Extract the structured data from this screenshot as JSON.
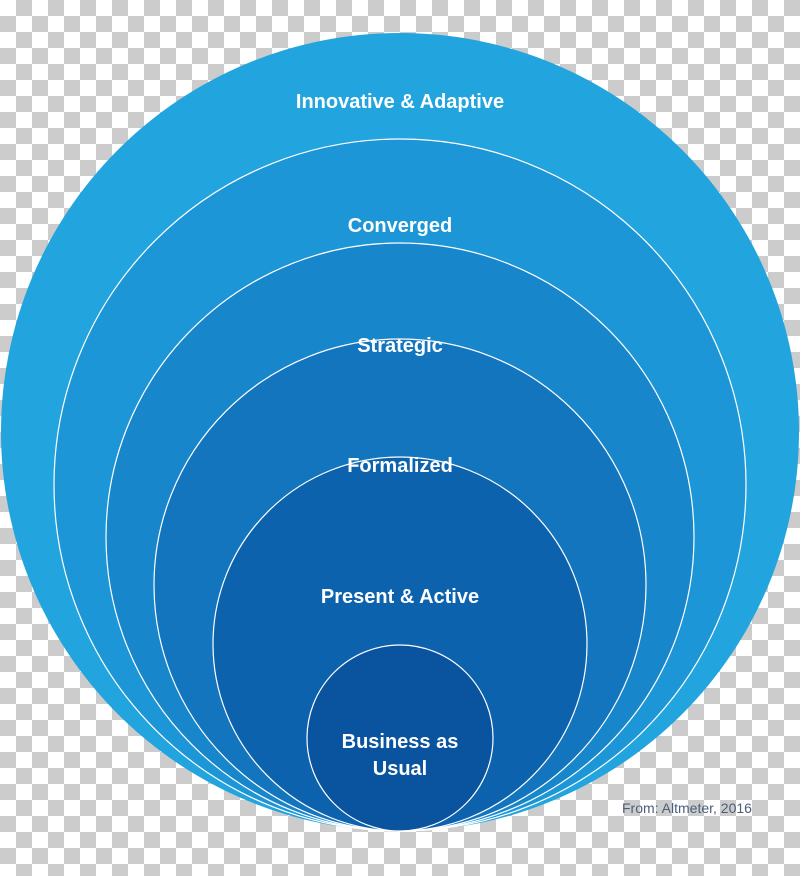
{
  "levels": [
    {
      "label": "Innovative & Adaptive",
      "color": "#22a4de"
    },
    {
      "label": "Converged",
      "color": "#1c96d6"
    },
    {
      "label": "Strategic",
      "color": "#1886cb"
    },
    {
      "label": "Formalized",
      "color": "#1375bd"
    },
    {
      "label": "Present & Active",
      "color": "#0d62ad"
    },
    {
      "label": "Business as Usual",
      "label_lines": [
        "Business as",
        "Usual"
      ],
      "color": "#0a549f"
    }
  ],
  "outline_color": "#ffffff",
  "source_note": "From: Altmeter, 2016"
}
